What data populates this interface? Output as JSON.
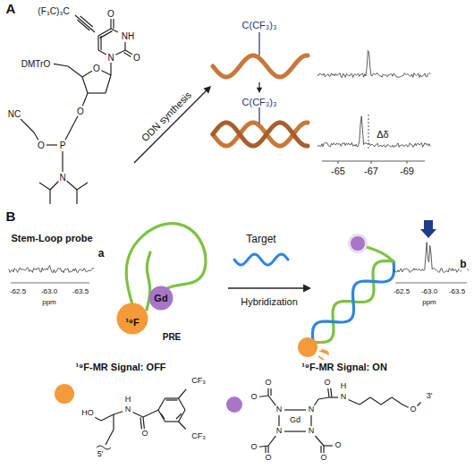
{
  "diagram": {
    "nodes": [
      {
        "text": [
          "¹⁹F"
        ]
      },
      {
        "text": [
          "Gd"
        ]
      }
    ],
    "labels": [
      "A",
      "(F₃C)₃C",
      "O",
      "NH",
      "O",
      "N",
      "O",
      "DMTrO",
      "O",
      "NC",
      "O",
      "P",
      "N",
      "ODN synthesis",
      "C(CF₃)₃",
      "C(CF₃)₃",
      "-65",
      "-67",
      "-69",
      "Δδ",
      "B",
      "Stem-Loop probe",
      "a",
      "-62.5",
      "-63.0",
      "-63.5",
      "ppm",
      "PRE",
      "Target",
      "Hybridization",
      "b",
      "-62.5",
      "-63.0",
      "-63.5",
      "ppm",
      "¹⁹F-MR Signal: OFF",
      "¹⁹F-MR Signal: ON",
      "HO",
      "H",
      "N",
      "O",
      "CF₃",
      "CF₃",
      "5'",
      "Gd",
      "N",
      "N",
      "N",
      "N",
      "O",
      "O",
      "O",
      "O",
      "O",
      "O",
      "O",
      "H",
      "N",
      "O",
      "3'"
    ]
  }
}
